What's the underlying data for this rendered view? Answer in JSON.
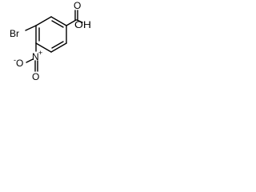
{
  "molecule": {
    "atoms": {
      "carboxyl_o_double": "O",
      "carboxyl_oh": "OH",
      "bromine": "Br",
      "nitro_n": "N",
      "nitro_n_charge": "+",
      "nitro_o_single": "O",
      "nitro_o_single_charge": "-",
      "nitro_o_double": "O"
    }
  }
}
